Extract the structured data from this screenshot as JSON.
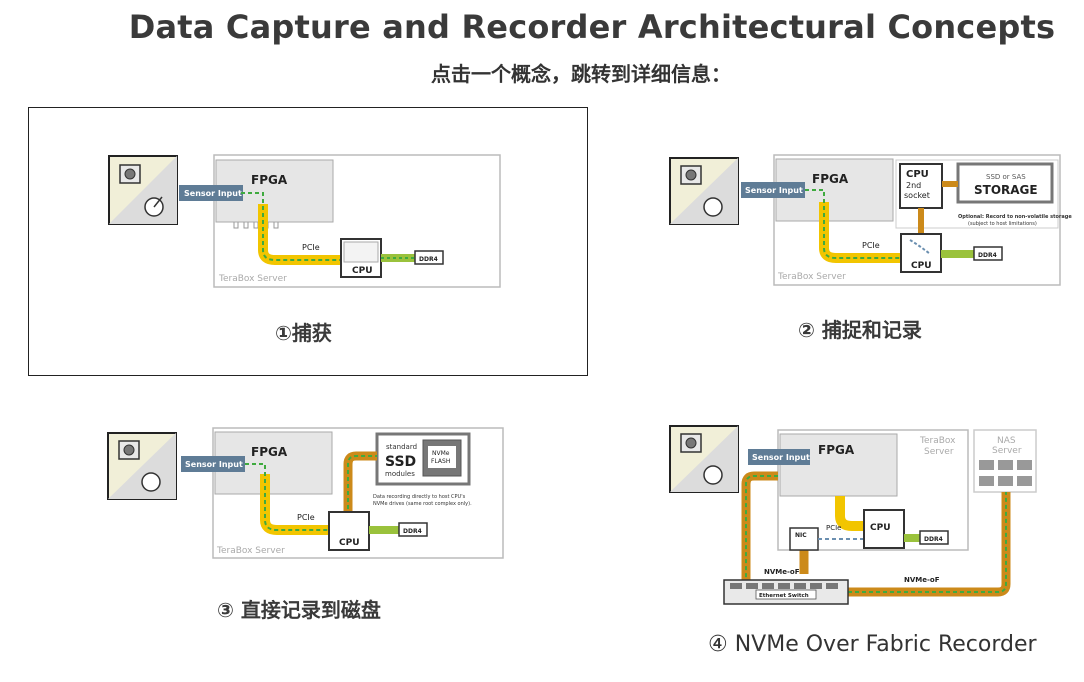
{
  "header": {
    "title": "Data Capture and Recorder Architectural Concepts",
    "subtitle": "点击一个概念，跳转到详细信息："
  },
  "labels": {
    "sensor_input": "Sensor Input",
    "fpga": "FPGA",
    "pcie": "PCIe",
    "cpu": "CPU",
    "ddr4": "DDR4",
    "terabox_server": "TeraBox Server",
    "terabox": "TeraBox",
    "server": "Server",
    "cpu_2nd": "2nd",
    "cpu_socket": "socket",
    "ssd_or_sas": "SSD or SAS",
    "storage": "STORAGE",
    "optional_note_1": "Optional: Record to non-volatile storage",
    "optional_note_2": "(subject to host limitations)",
    "standard": "standard",
    "ssd": "SSD",
    "modules": "modules",
    "nvme": "NVMe",
    "flash": "FLASH",
    "direct_note_1": "Data recording directly to host CPU's",
    "direct_note_2": "NVMe drives (same root complex only).",
    "nic": "NIC",
    "nvme_of": "NVMe-oF",
    "ethernet_switch": "Ethernet Switch",
    "nas": "NAS"
  },
  "concepts": [
    {
      "caption": "①捕获",
      "selected": true
    },
    {
      "caption": "② 捕捉和记录",
      "selected": false
    },
    {
      "caption": "③ 直接记录到磁盘",
      "selected": false
    },
    {
      "caption": "④ NVMe Over Fabric Recorder",
      "selected": false
    }
  ],
  "colors": {
    "sensor_tab": "#5f7c96",
    "pcie_yellow": "#f2c500",
    "green_dash": "#3faa3f",
    "orange_path": "#cc8a1a",
    "blue_dash": "#6b8fb0",
    "server_border": "#bbbbbb",
    "fpga_fill": "#e6e6e6"
  }
}
